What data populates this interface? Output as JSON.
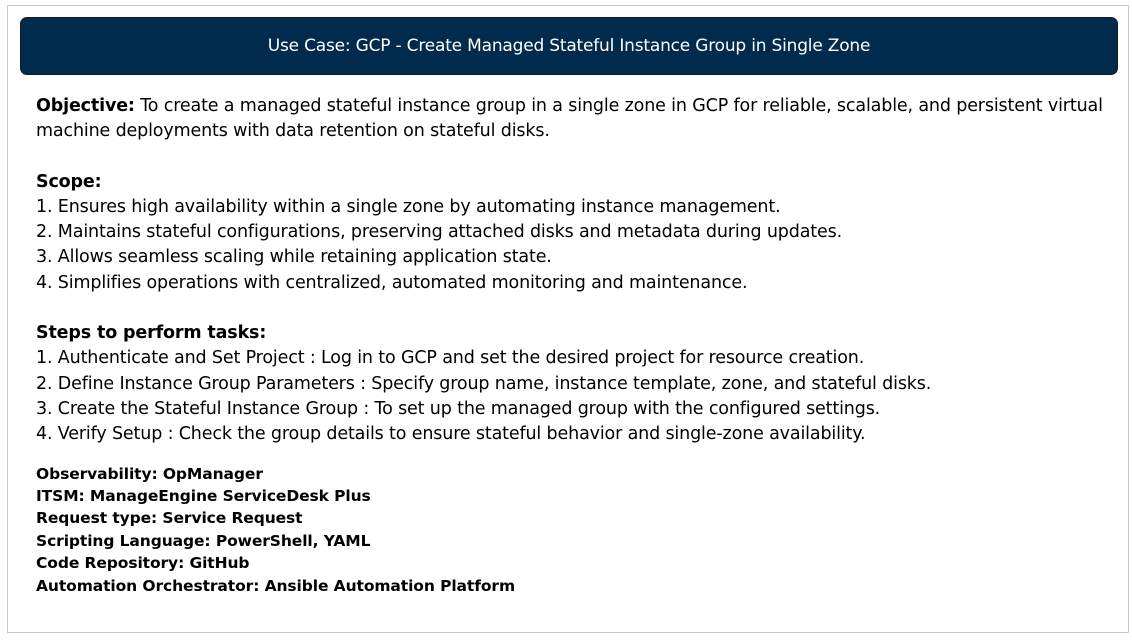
{
  "header": {
    "title": "Use Case:  GCP - Create Managed Stateful Instance Group in Single Zone"
  },
  "objective": {
    "label": "Objective:",
    "text": " To create a managed stateful instance group in a single zone in GCP for reliable, scalable, and persistent virtual machine deployments with data retention on stateful disks."
  },
  "scope": {
    "label": "Scope:",
    "items": [
      "1. Ensures high availability within a single zone by automating instance management.",
      "2. Maintains stateful configurations, preserving attached disks and metadata during updates.",
      "3. Allows seamless scaling while retaining application state.",
      "4. Simplifies operations with centralized, automated monitoring and maintenance."
    ]
  },
  "steps": {
    "label": "Steps to perform tasks:",
    "items": [
      "1.  Authenticate and Set Project : Log in to GCP and set the desired project for resource creation.",
      "2.  Define Instance Group Parameters : Specify group name, instance template, zone, and stateful disks.",
      "3.  Create the Stateful Instance Group : To set up the managed group with the configured settings.",
      "4.  Verify Setup : Check the group details to ensure stateful behavior and single-zone availability."
    ]
  },
  "meta": [
    "Observability: OpManager",
    "ITSM: ManageEngine ServiceDesk Plus",
    "Request type: Service Request",
    "Scripting Language: PowerShell, YAML",
    "Code Repository: GitHub",
    "Automation Orchestrator: Ansible Automation Platform"
  ],
  "colors": {
    "header_bg": "#002b4c",
    "header_text": "#ffffff",
    "body_text": "#000000"
  }
}
